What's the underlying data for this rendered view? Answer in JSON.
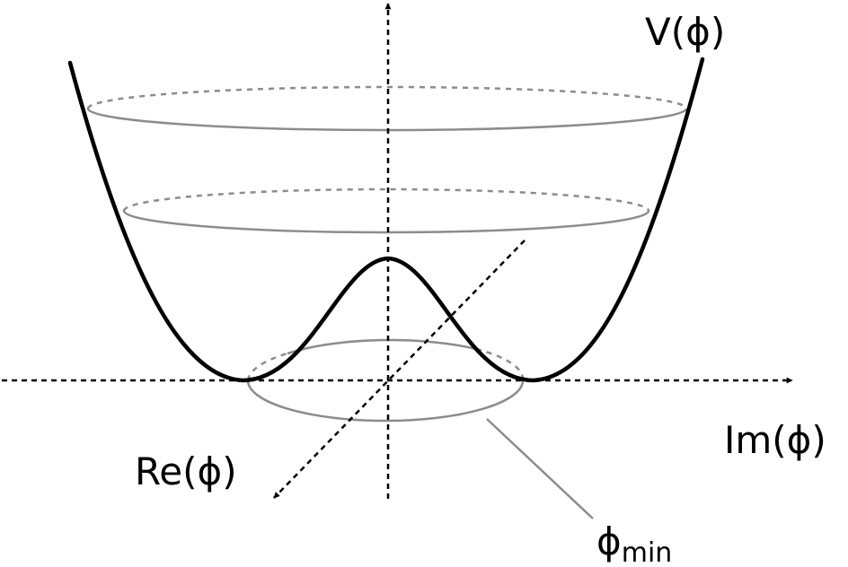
{
  "diagram": {
    "potential_label": "V(ϕ)",
    "real_axis_label": "Re(ϕ)",
    "imag_axis_label": "Im(ϕ)",
    "minimum_label": {
      "symbol": "ϕ",
      "subscript": "min"
    }
  },
  "colors": {
    "curve": "#000000",
    "rings": "#8c8c8c",
    "axes": "#000000",
    "background": "#ffffff"
  }
}
